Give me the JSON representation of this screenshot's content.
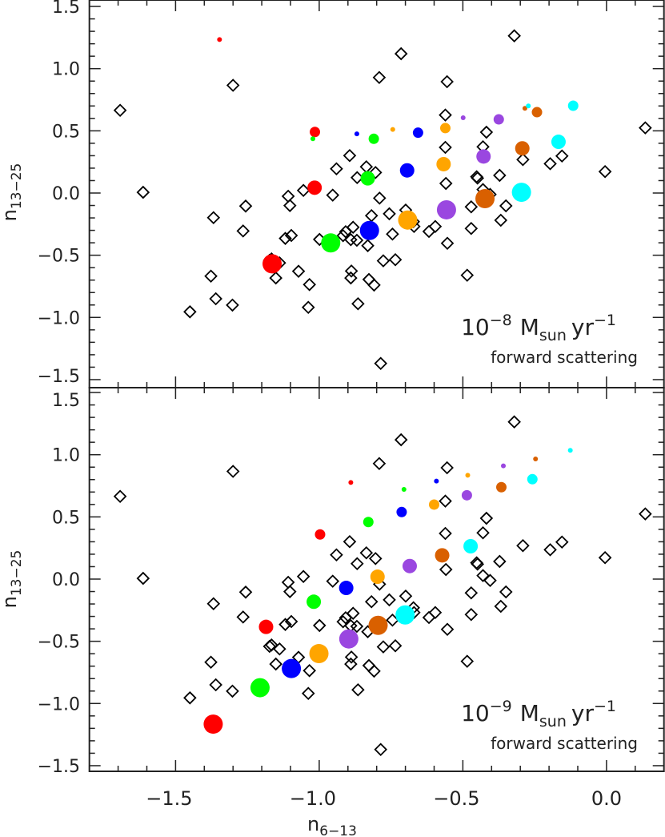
{
  "chart_data": [
    {
      "type": "scatter",
      "panel": "top",
      "xlabel": "n",
      "xlabel_sub": "6−13",
      "ylabel": "n",
      "ylabel_sub": "13−25",
      "xlim": [
        -1.8,
        0.2
      ],
      "ylim": [
        -1.55,
        1.55
      ],
      "x_ticks": [
        -1.5,
        -1.0,
        -0.5,
        0.0
      ],
      "x_tick_labels": [
        "−1.5",
        "−1.0",
        "−0.5",
        "0.0"
      ],
      "y_ticks": [
        1.5,
        1.0,
        0.5,
        0.0,
        -0.5,
        -1.0,
        -1.5
      ],
      "y_tick_labels": [
        "1.5",
        "1.0",
        "0.5",
        "0.0",
        "−0.5",
        "−1.0",
        "−1.5"
      ],
      "minor_tick_step": 0.1,
      "grid": false,
      "annotation": {
        "base": "10",
        "exp": "−8",
        "unit": "M",
        "unit_sub": "sun",
        "unit2": "yr",
        "unit2_exp": "−1",
        "line2": "forward scattering",
        "placement": "bottom-right"
      },
      "observed_marker": "open-diamond",
      "observed": [
        [
          -1.693,
          0.665
        ],
        [
          -1.3,
          0.866
        ],
        [
          -1.613,
          0.006
        ],
        [
          -0.894,
          0.301
        ],
        [
          -0.94,
          0.195
        ],
        [
          -0.836,
          0.211
        ],
        [
          -0.868,
          0.124
        ],
        [
          -1.055,
          0.021
        ],
        [
          -1.108,
          -0.026
        ],
        [
          -0.953,
          -0.017
        ],
        [
          -1.256,
          -0.105
        ],
        [
          -1.368,
          -0.198
        ],
        [
          -1.265,
          -0.305
        ],
        [
          -1.102,
          -0.101
        ],
        [
          -1.118,
          -0.365
        ],
        [
          -1.097,
          -0.341
        ],
        [
          -0.999,
          -0.373
        ],
        [
          -0.917,
          -0.343
        ],
        [
          -0.908,
          -0.311
        ],
        [
          -0.882,
          -0.275
        ],
        [
          -0.89,
          -0.375
        ],
        [
          -0.869,
          -0.38
        ],
        [
          -0.831,
          -0.423
        ],
        [
          -0.818,
          -0.182
        ],
        [
          -1.173,
          -0.541
        ],
        [
          -1.166,
          -0.53
        ],
        [
          -1.138,
          -0.562
        ],
        [
          -1.151,
          -0.683
        ],
        [
          -1.072,
          -0.629
        ],
        [
          -1.034,
          -0.736
        ],
        [
          -1.377,
          -0.668
        ],
        [
          -1.36,
          -0.85
        ],
        [
          -1.302,
          -0.901
        ],
        [
          -1.45,
          -0.955
        ],
        [
          -1.038,
          -0.919
        ],
        [
          -0.888,
          -0.627
        ],
        [
          -0.89,
          -0.683
        ],
        [
          -0.827,
          -0.695
        ],
        [
          -0.809,
          -0.74
        ],
        [
          -0.865,
          -0.89
        ],
        [
          -0.321,
          1.264
        ],
        [
          -0.715,
          1.12
        ],
        [
          -0.791,
          0.929
        ],
        [
          -0.555,
          0.895
        ],
        [
          -0.561,
          0.627
        ],
        [
          -0.418,
          0.489
        ],
        [
          0.135,
          0.524
        ],
        [
          -0.561,
          0.367
        ],
        [
          -0.43,
          0.372
        ],
        [
          -0.291,
          0.269
        ],
        [
          -0.155,
          0.298
        ],
        [
          -0.196,
          0.236
        ],
        [
          -0.005,
          0.172
        ],
        [
          -0.804,
          0.165
        ],
        [
          -0.452,
          0.131
        ],
        [
          -0.449,
          0.12
        ],
        [
          -0.372,
          0.142
        ],
        [
          -0.559,
          0.077
        ],
        [
          -0.79,
          -0.041
        ],
        [
          -0.43,
          0.028
        ],
        [
          -0.405,
          -0.011
        ],
        [
          -0.756,
          -0.167
        ],
        [
          -0.699,
          -0.137
        ],
        [
          -0.672,
          -0.23
        ],
        [
          -0.67,
          -0.269
        ],
        [
          -0.745,
          -0.33
        ],
        [
          -0.618,
          -0.309
        ],
        [
          -0.596,
          -0.269
        ],
        [
          -0.554,
          -0.404
        ],
        [
          -0.471,
          -0.111
        ],
        [
          -0.471,
          -0.285
        ],
        [
          -0.35,
          -0.103
        ],
        [
          -0.368,
          -0.219
        ],
        [
          -0.777,
          -0.545
        ],
        [
          -0.735,
          -0.536
        ],
        [
          -0.485,
          -0.661
        ],
        [
          -0.786,
          -1.37
        ]
      ],
      "model_series": [
        {
          "color": "#ff0000",
          "points": [
            [
              -1.347,
              1.234,
              1
            ],
            [
              -1.015,
              0.491,
              2
            ],
            [
              -1.016,
              0.043,
              3
            ],
            [
              -1.164,
              -0.569,
              4
            ]
          ]
        },
        {
          "color": "#00ff00",
          "points": [
            [
              -1.022,
              0.436,
              1
            ],
            [
              -0.81,
              0.436,
              2
            ],
            [
              -0.831,
              0.118,
              3
            ],
            [
              -0.96,
              -0.401,
              4
            ]
          ]
        },
        {
          "color": "#0000ff",
          "points": [
            [
              -0.869,
              0.476,
              1
            ],
            [
              -0.656,
              0.485,
              2
            ],
            [
              -0.694,
              0.182,
              3
            ],
            [
              -0.825,
              -0.301,
              4
            ]
          ]
        },
        {
          "color": "#ffa500",
          "points": [
            [
              -0.744,
              0.511,
              1
            ],
            [
              -0.561,
              0.522,
              2
            ],
            [
              -0.567,
              0.232,
              3
            ],
            [
              -0.692,
              -0.217,
              4
            ]
          ]
        },
        {
          "color": "#9a47e0",
          "points": [
            [
              -0.499,
              0.605,
              1
            ],
            [
              -0.375,
              0.592,
              2
            ],
            [
              -0.428,
              0.294,
              3
            ],
            [
              -0.557,
              -0.135,
              4
            ]
          ]
        },
        {
          "color": "#d96000",
          "points": [
            [
              -0.284,
              0.681,
              1
            ],
            [
              -0.242,
              0.65,
              2
            ],
            [
              -0.293,
              0.359,
              3
            ],
            [
              -0.423,
              -0.045,
              4
            ]
          ]
        },
        {
          "color": "#00ffff",
          "points": [
            [
              -0.272,
              0.7,
              1
            ],
            [
              -0.116,
              0.702,
              2
            ],
            [
              -0.167,
              0.412,
              3
            ],
            [
              -0.296,
              0.006,
              4
            ]
          ]
        }
      ]
    },
    {
      "type": "scatter",
      "panel": "bottom",
      "xlabel": "n",
      "xlabel_sub": "6−13",
      "ylabel": "n",
      "ylabel_sub": "13−25",
      "xlim": [
        -1.8,
        0.2
      ],
      "ylim": [
        -1.55,
        1.55
      ],
      "x_ticks": [
        -1.5,
        -1.0,
        -0.5,
        0.0
      ],
      "x_tick_labels": [
        "−1.5",
        "−1.0",
        "−0.5",
        "0.0"
      ],
      "y_ticks": [
        1.5,
        1.0,
        0.5,
        0.0,
        -0.5,
        -1.0,
        -1.5
      ],
      "y_tick_labels": [
        "1.5",
        "1.0",
        "0.5",
        "0.0",
        "−0.5",
        "−1.0",
        "−1.5"
      ],
      "minor_tick_step": 0.1,
      "grid": false,
      "annotation": {
        "base": "10",
        "exp": "−9",
        "unit": "M",
        "unit_sub": "sun",
        "unit2": "yr",
        "unit2_exp": "−1",
        "line2": "forward scattering",
        "placement": "bottom-right"
      },
      "observed_marker": "open-diamond",
      "observed": [
        [
          -1.693,
          0.665
        ],
        [
          -1.3,
          0.866
        ],
        [
          -1.613,
          0.006
        ],
        [
          -0.894,
          0.301
        ],
        [
          -0.94,
          0.195
        ],
        [
          -0.836,
          0.211
        ],
        [
          -0.868,
          0.124
        ],
        [
          -1.055,
          0.021
        ],
        [
          -1.108,
          -0.026
        ],
        [
          -0.953,
          -0.017
        ],
        [
          -1.256,
          -0.105
        ],
        [
          -1.368,
          -0.198
        ],
        [
          -1.265,
          -0.305
        ],
        [
          -1.102,
          -0.101
        ],
        [
          -1.118,
          -0.365
        ],
        [
          -1.097,
          -0.341
        ],
        [
          -0.999,
          -0.373
        ],
        [
          -0.917,
          -0.343
        ],
        [
          -0.908,
          -0.311
        ],
        [
          -0.882,
          -0.275
        ],
        [
          -0.89,
          -0.375
        ],
        [
          -0.869,
          -0.38
        ],
        [
          -0.831,
          -0.423
        ],
        [
          -0.818,
          -0.182
        ],
        [
          -1.173,
          -0.541
        ],
        [
          -1.166,
          -0.53
        ],
        [
          -1.138,
          -0.562
        ],
        [
          -1.151,
          -0.683
        ],
        [
          -1.072,
          -0.629
        ],
        [
          -1.034,
          -0.736
        ],
        [
          -1.377,
          -0.668
        ],
        [
          -1.36,
          -0.85
        ],
        [
          -1.302,
          -0.901
        ],
        [
          -1.45,
          -0.955
        ],
        [
          -1.038,
          -0.919
        ],
        [
          -0.888,
          -0.627
        ],
        [
          -0.89,
          -0.683
        ],
        [
          -0.827,
          -0.695
        ],
        [
          -0.809,
          -0.74
        ],
        [
          -0.865,
          -0.89
        ],
        [
          -0.321,
          1.264
        ],
        [
          -0.715,
          1.12
        ],
        [
          -0.791,
          0.929
        ],
        [
          -0.555,
          0.895
        ],
        [
          -0.561,
          0.627
        ],
        [
          -0.418,
          0.489
        ],
        [
          0.135,
          0.524
        ],
        [
          -0.561,
          0.367
        ],
        [
          -0.43,
          0.372
        ],
        [
          -0.291,
          0.269
        ],
        [
          -0.155,
          0.298
        ],
        [
          -0.196,
          0.236
        ],
        [
          -0.005,
          0.172
        ],
        [
          -0.804,
          0.165
        ],
        [
          -0.452,
          0.131
        ],
        [
          -0.449,
          0.12
        ],
        [
          -0.372,
          0.142
        ],
        [
          -0.559,
          0.077
        ],
        [
          -0.79,
          -0.041
        ],
        [
          -0.43,
          0.028
        ],
        [
          -0.405,
          -0.011
        ],
        [
          -0.756,
          -0.167
        ],
        [
          -0.699,
          -0.137
        ],
        [
          -0.672,
          -0.23
        ],
        [
          -0.67,
          -0.269
        ],
        [
          -0.745,
          -0.33
        ],
        [
          -0.618,
          -0.309
        ],
        [
          -0.596,
          -0.269
        ],
        [
          -0.554,
          -0.404
        ],
        [
          -0.471,
          -0.111
        ],
        [
          -0.471,
          -0.285
        ],
        [
          -0.35,
          -0.103
        ],
        [
          -0.368,
          -0.219
        ],
        [
          -0.777,
          -0.545
        ],
        [
          -0.735,
          -0.536
        ],
        [
          -0.485,
          -0.661
        ],
        [
          -0.786,
          -1.37
        ]
      ],
      "model_series": [
        {
          "color": "#ff0000",
          "points": [
            [
              -0.89,
              0.777,
              1
            ],
            [
              -0.997,
              0.359,
              2
            ],
            [
              -1.185,
              -0.384,
              3
            ],
            [
              -1.369,
              -1.166,
              4
            ]
          ]
        },
        {
          "color": "#00ff00",
          "points": [
            [
              -0.705,
              0.721,
              1
            ],
            [
              -0.829,
              0.459,
              2
            ],
            [
              -1.019,
              -0.182,
              3
            ],
            [
              -1.206,
              -0.873,
              4
            ]
          ]
        },
        {
          "color": "#0000ff",
          "points": [
            [
              -0.592,
              0.788,
              1
            ],
            [
              -0.713,
              0.539,
              2
            ],
            [
              -0.906,
              -0.071,
              3
            ],
            [
              -1.097,
              -0.719,
              4
            ]
          ]
        },
        {
          "color": "#ffa500",
          "points": [
            [
              -0.483,
              0.835,
              1
            ],
            [
              -0.6,
              0.599,
              2
            ],
            [
              -0.797,
              0.019,
              3
            ],
            [
              -1.001,
              -0.599,
              4
            ]
          ]
        },
        {
          "color": "#9a47e0",
          "points": [
            [
              -0.359,
              0.91,
              1
            ],
            [
              -0.486,
              0.674,
              2
            ],
            [
              -0.685,
              0.105,
              3
            ],
            [
              -0.897,
              -0.481,
              4
            ]
          ]
        },
        {
          "color": "#d96000",
          "points": [
            [
              -0.247,
              0.966,
              1
            ],
            [
              -0.366,
              0.739,
              2
            ],
            [
              -0.572,
              0.191,
              3
            ],
            [
              -0.795,
              -0.372,
              4
            ]
          ]
        },
        {
          "color": "#00ffff",
          "points": [
            [
              -0.126,
              1.035,
              1
            ],
            [
              -0.258,
              0.803,
              2
            ],
            [
              -0.473,
              0.264,
              3
            ],
            [
              -0.701,
              -0.288,
              4
            ]
          ]
        }
      ]
    }
  ]
}
